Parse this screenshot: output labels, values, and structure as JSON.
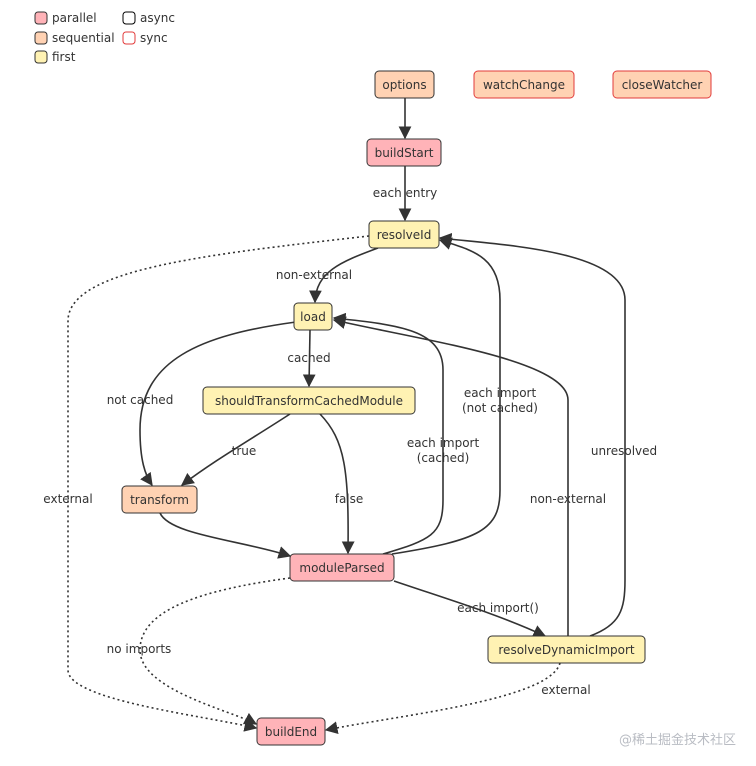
{
  "colors": {
    "parallel": "#ffb3b8",
    "sequential": "#ffd2b3",
    "first": "#fff2b3",
    "async_border": "#000000",
    "sync_border": "#e23b3b"
  },
  "legend": [
    {
      "label": "parallel",
      "kind": "parallel"
    },
    {
      "label": "sequential",
      "kind": "sequential"
    },
    {
      "label": "first",
      "kind": "first"
    },
    {
      "label": "async",
      "kind": "async"
    },
    {
      "label": "sync",
      "kind": "sync"
    }
  ],
  "nodes": {
    "options": "options",
    "watchChange": "watchChange",
    "closeWatcher": "closeWatcher",
    "buildStart": "buildStart",
    "resolveId": "resolveId",
    "load": "load",
    "shouldTransformCachedModule": "shouldTransformCachedModule",
    "transform": "transform",
    "moduleParsed": "moduleParsed",
    "resolveDynamicImport": "resolveDynamicImport",
    "buildEnd": "buildEnd"
  },
  "edges": {
    "each_entry": "each entry",
    "non_external_1": "non-external",
    "cached": "cached",
    "not_cached": "not cached",
    "true": "true",
    "false": "false",
    "each_import_cached_1": "each import",
    "each_import_cached_2": "(cached)",
    "each_import_not_cached_1": "each import",
    "each_import_not_cached_2": "(not cached)",
    "each_import_dyn": "each import()",
    "non_external_2": "non-external",
    "unresolved": "unresolved",
    "external_1": "external",
    "external_2": "external",
    "no_imports": "no imports"
  },
  "watermark": "@稀土掘金技术社区"
}
